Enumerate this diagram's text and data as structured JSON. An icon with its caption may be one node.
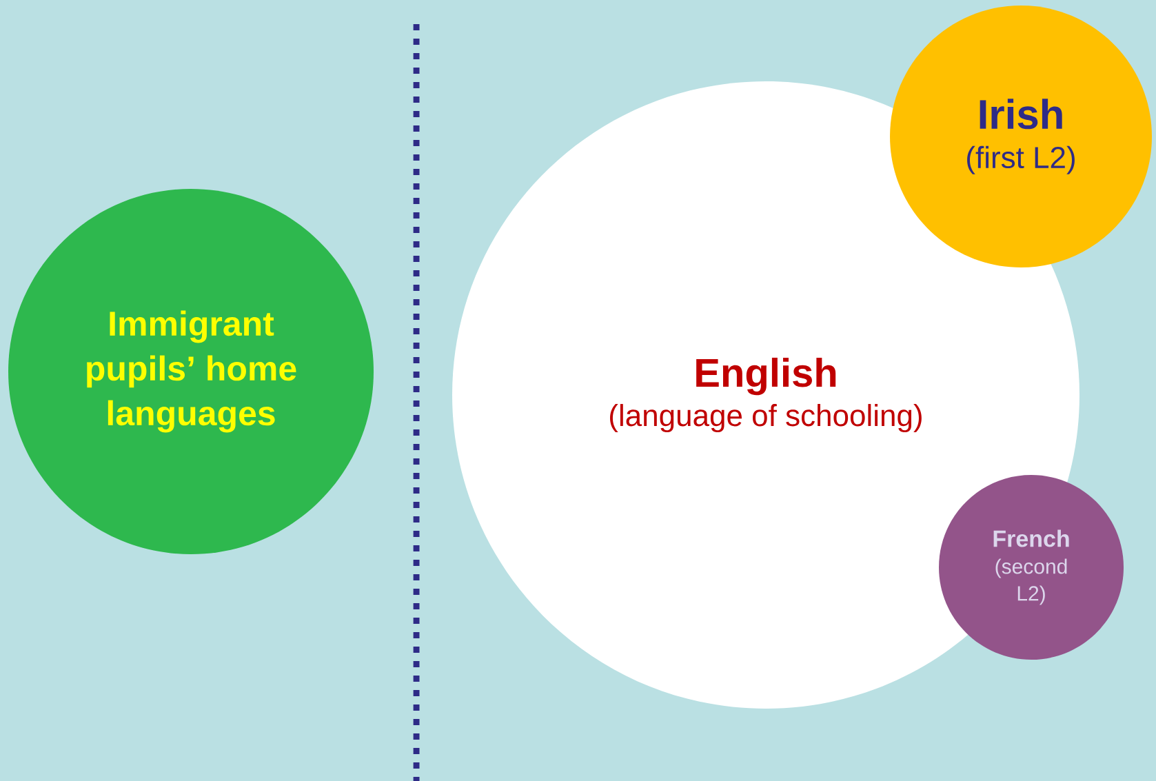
{
  "diagram": {
    "nodes": [
      {
        "text": [
          "Immigrant pupils’ home languages"
        ]
      },
      {
        "text": [
          "English",
          "(language of schooling)"
        ]
      },
      {
        "text": [
          "Irish",
          "(first L2)"
        ]
      },
      {
        "text": [
          "French",
          "(second L2)"
        ]
      }
    ]
  }
}
